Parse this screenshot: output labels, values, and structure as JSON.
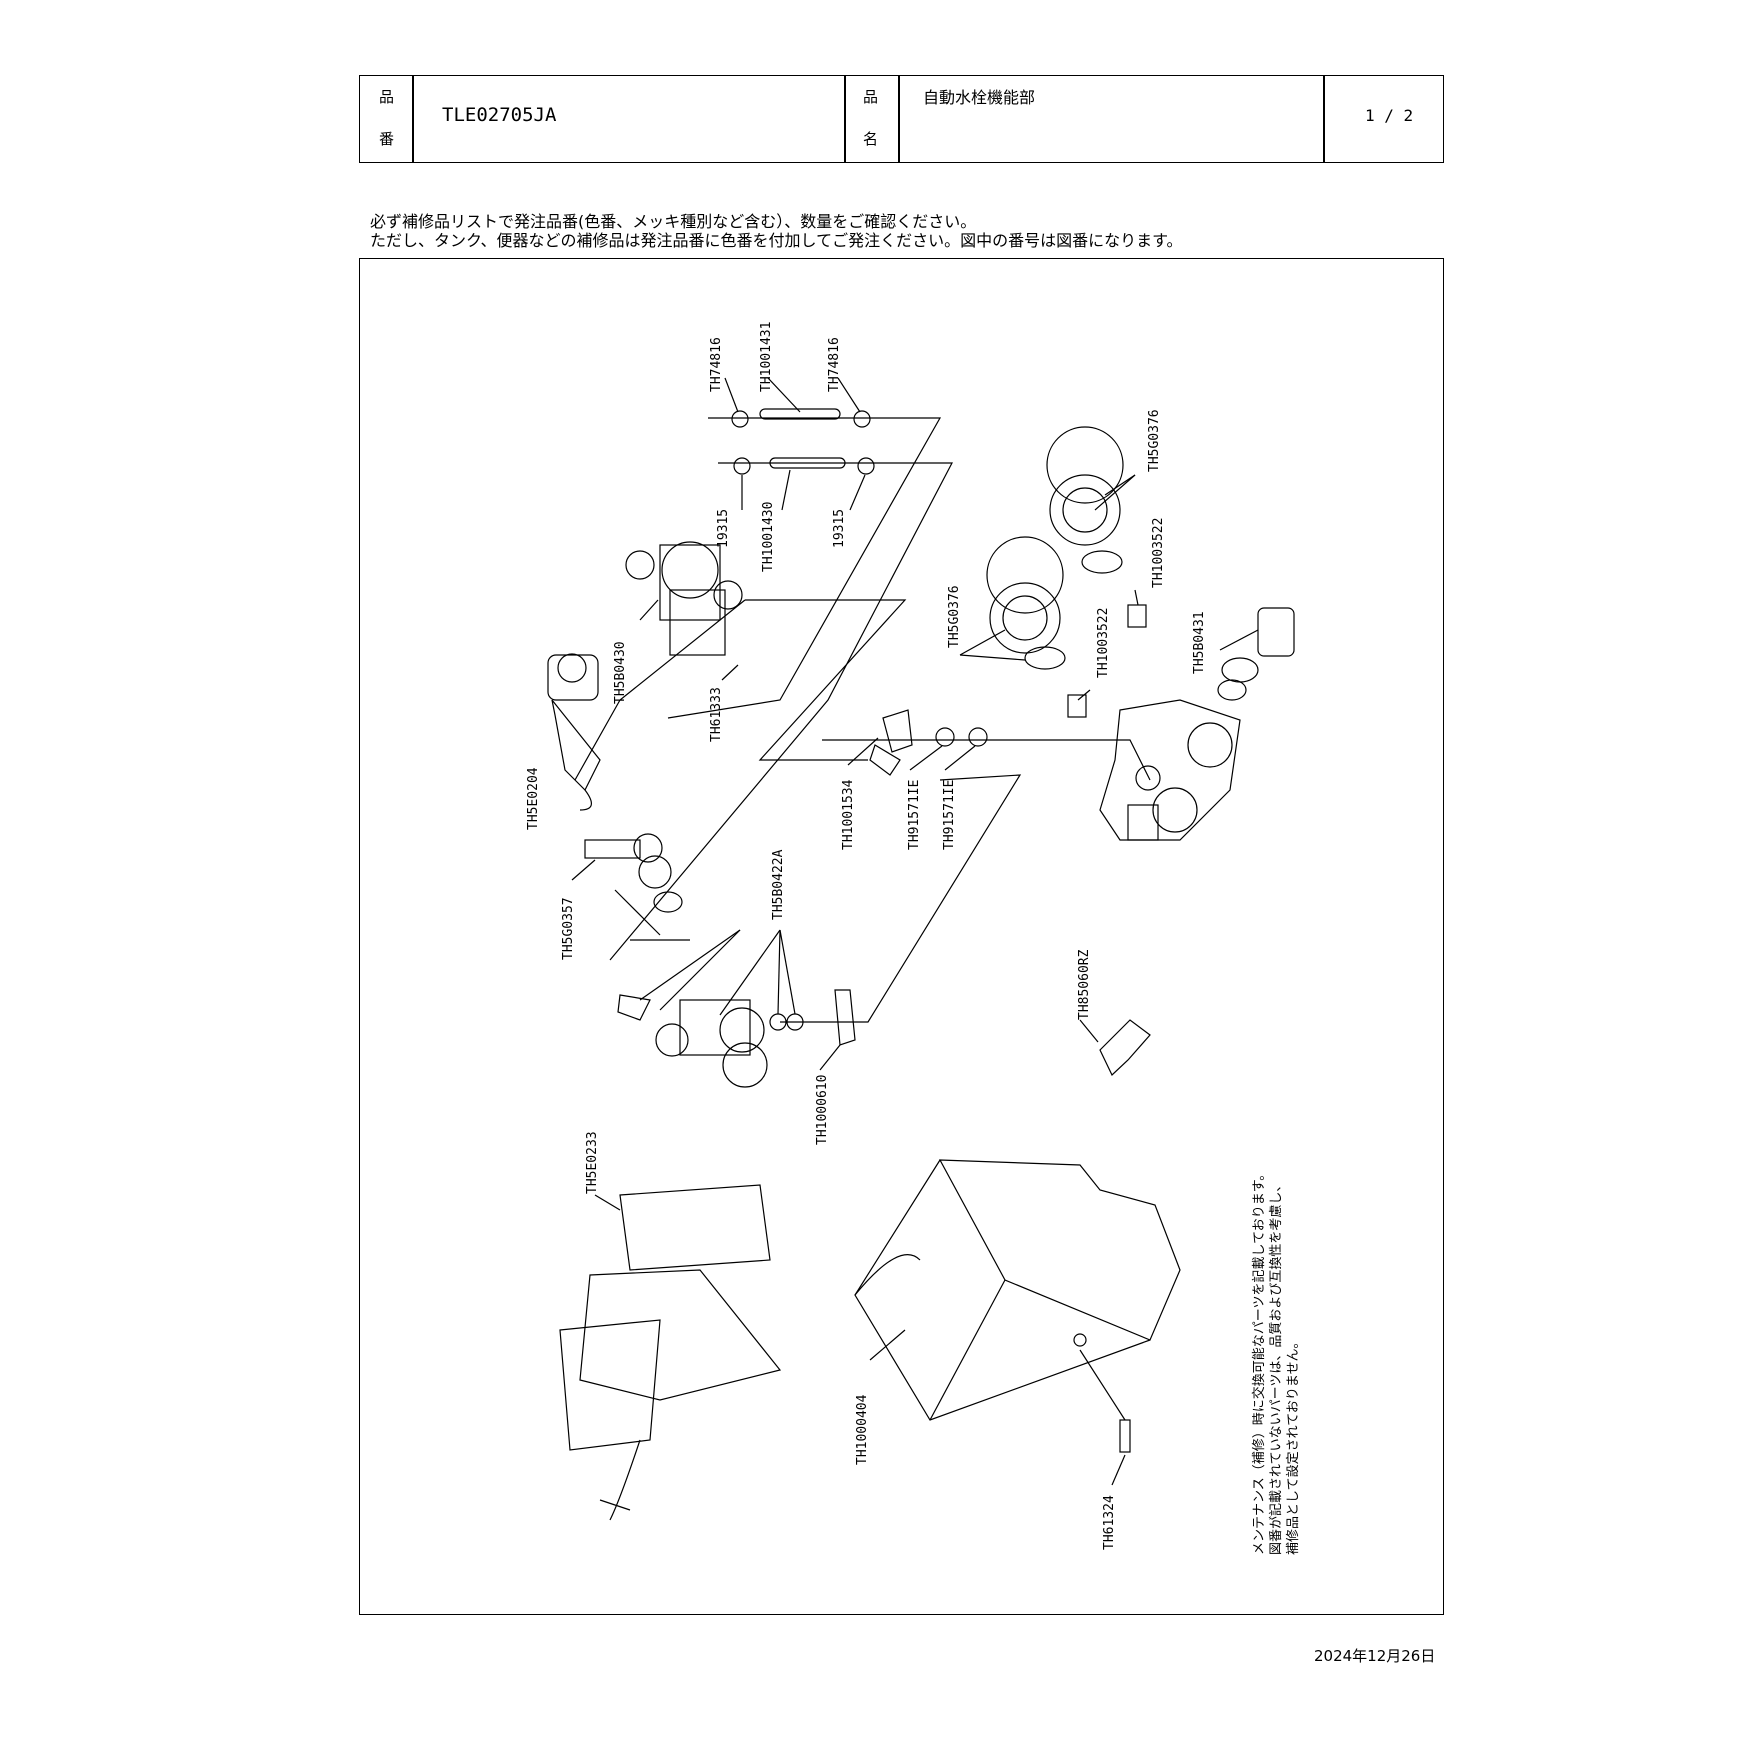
{
  "header": {
    "part_no_label_1": "品",
    "part_no_label_2": "番",
    "part_no": "TLE02705JA",
    "name_label_1": "品",
    "name_label_2": "名",
    "name": "自動水栓機能部",
    "page": "1 / 2"
  },
  "notes": [
    "必ず補修品リストで発注品番(色番、メッキ種別など含む）、数量をご確認ください。",
    "ただし、タンク、便器などの補修品は発注品番に色番を付加してご発注ください。図中の番号は図番になります。"
  ],
  "parts": {
    "p1": "TH74816",
    "p2": "TH1001431",
    "p3": "TH74816",
    "p4": "19315",
    "p5": "TH1001430",
    "p6": "19315",
    "p7": "TH5G0376",
    "p8": "TH1003522",
    "p9": "TH5G0376",
    "p10": "TH1003522",
    "p11": "TH5B0431",
    "p12": "TH5B0430",
    "p13": "TH61333",
    "p14": "TH5E0204",
    "p15": "TH1001534",
    "p16": "TH91571IE",
    "p17": "TH91571IE",
    "p18": "TH5B0422A",
    "p19": "TH5G0357",
    "p20": "TH1000610",
    "p21": "TH85060RZ",
    "p22": "TH5E0233",
    "p23": "TH1000404",
    "p24": "TH61324"
  },
  "maintenance_note": [
    "メンテナンス（補修）時に交換可能なパーツを記載しております。",
    "図番が記載されていないパーツは、品質および互換性を考慮し、",
    "補修品として設定されておりません。"
  ],
  "date": "2024年12月26日"
}
